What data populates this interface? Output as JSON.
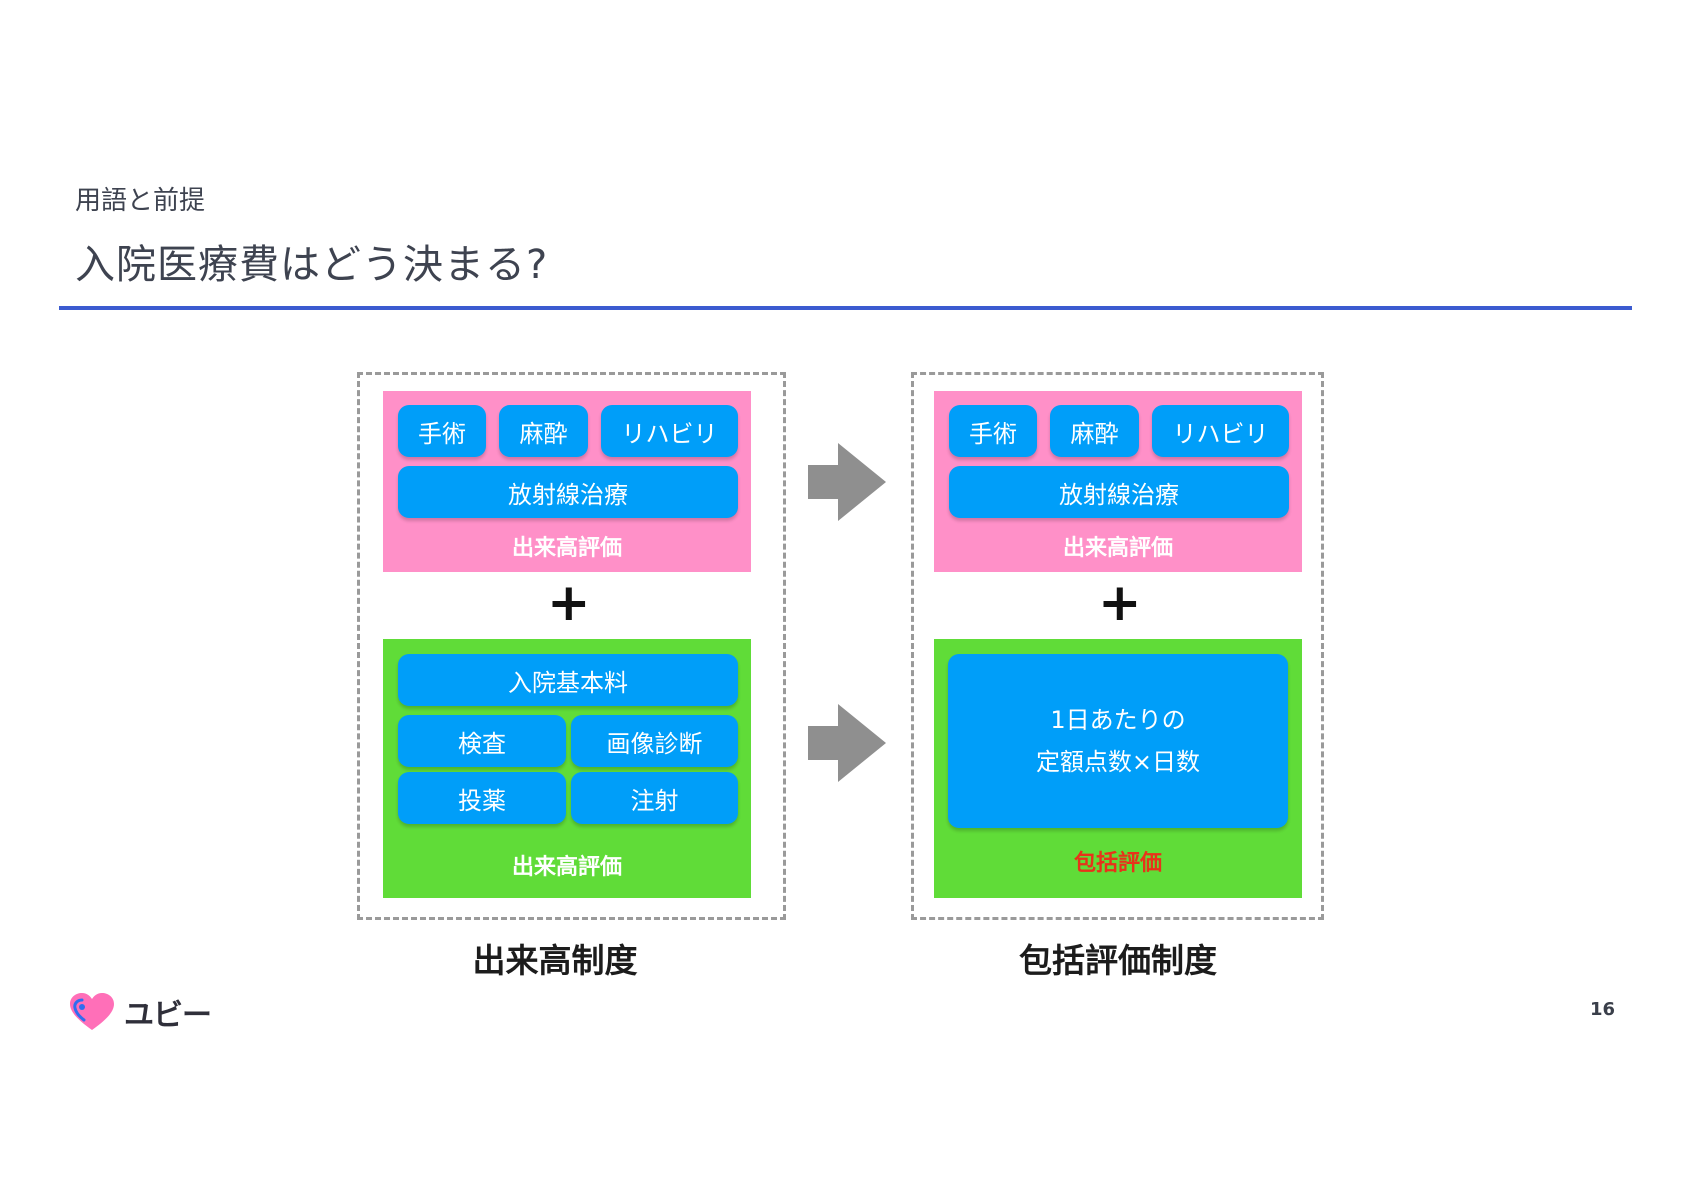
{
  "header": {
    "eyebrow": "用語と前提",
    "title": "入院医療費はどう決まる?"
  },
  "left_system": {
    "caption": "出来高制度",
    "top_panel": {
      "chips": [
        "手術",
        "麻酔",
        "リハビリ",
        "放射線治療"
      ],
      "label": "出来高評価"
    },
    "bottom_panel": {
      "chips": [
        "入院基本料",
        "検査",
        "画像診断",
        "投薬",
        "注射"
      ],
      "label": "出来高評価"
    }
  },
  "right_system": {
    "caption": "包括評価制度",
    "top_panel": {
      "chips": [
        "手術",
        "麻酔",
        "リハビリ",
        "放射線治療"
      ],
      "label": "出来高評価"
    },
    "bottom_panel": {
      "block_line1": "1日あたりの",
      "block_line2": "定額点数×日数",
      "label": "包括評価"
    }
  },
  "plus_symbol": "+",
  "footer": {
    "logo_text": "ユビー",
    "page_number": "16"
  },
  "colors": {
    "accent_rule": "#3b5bd0",
    "pink_panel": "#ff90c8",
    "green_panel": "#60dc38",
    "chip_blue": "#009ef9",
    "arrow_gray": "#8f8f8f",
    "label_red": "#e8321a"
  },
  "icons": [
    "arrow-right-icon",
    "heart-logo-icon"
  ]
}
